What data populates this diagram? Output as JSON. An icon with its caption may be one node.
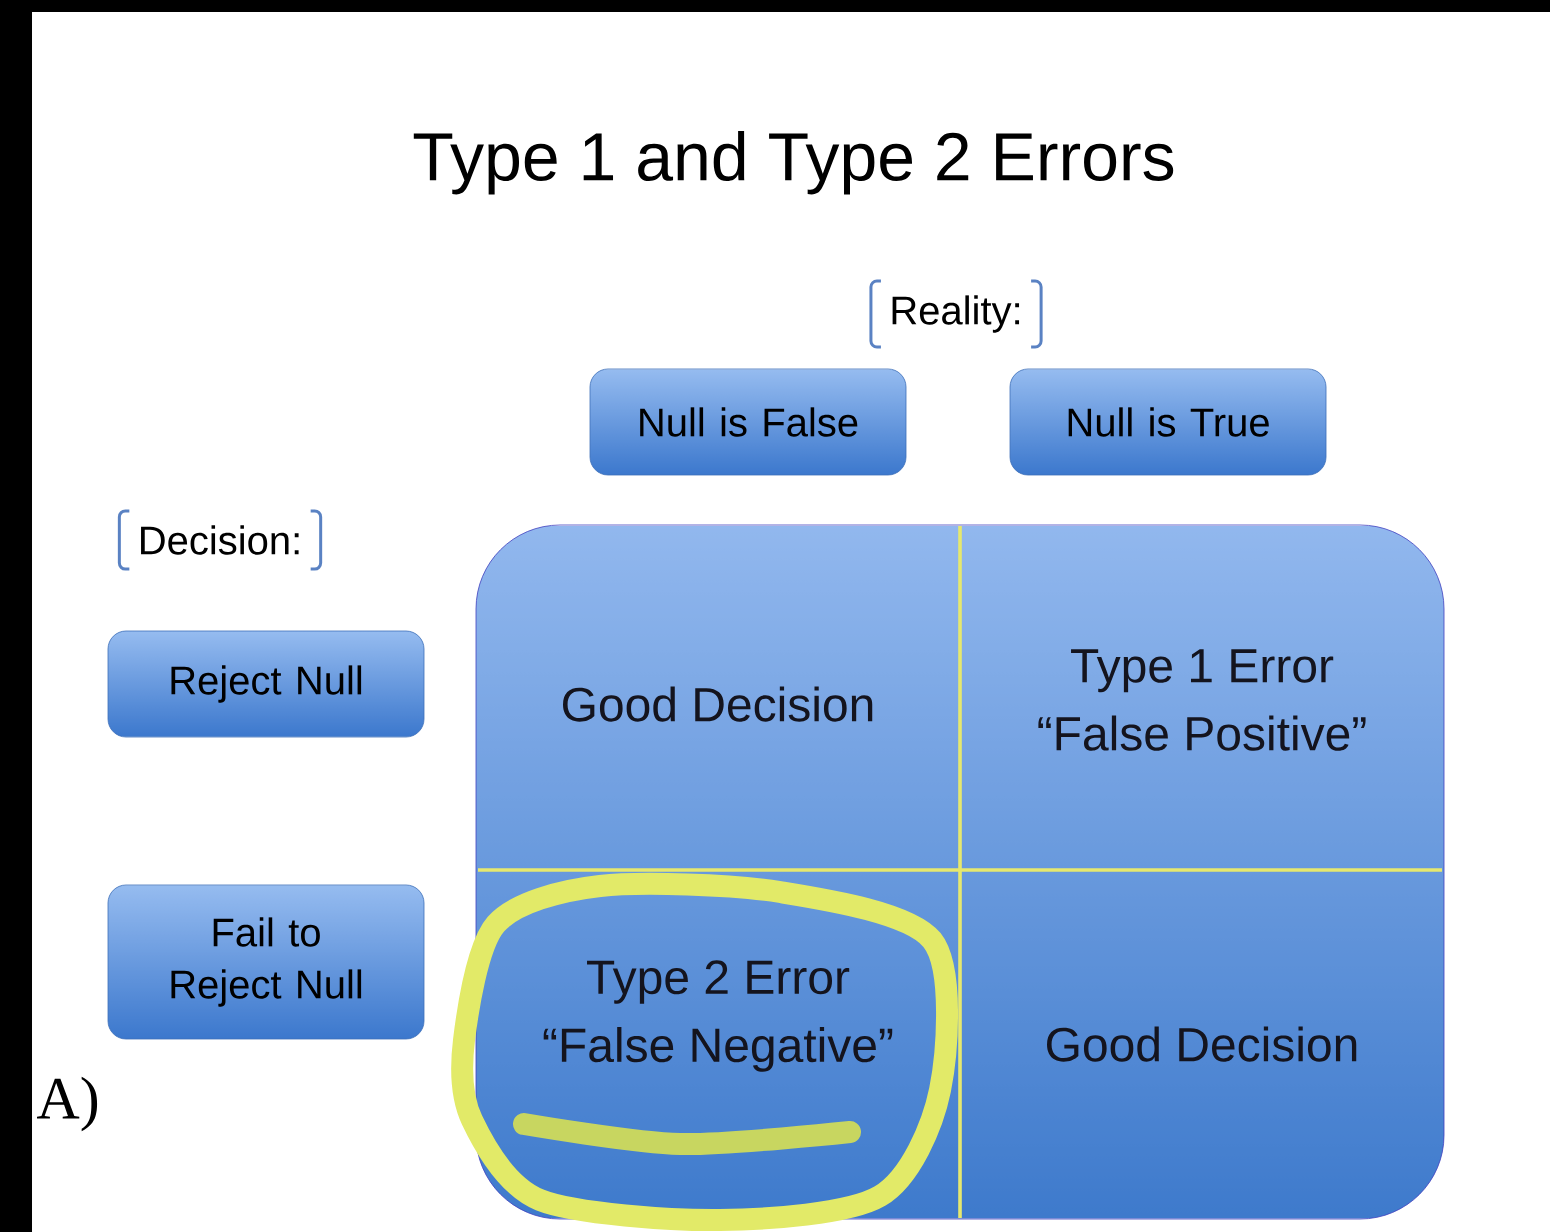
{
  "diagram": {
    "title": "Type 1 and Type 2 Errors",
    "nodes": [
      {
        "text": [
          "Reality:"
        ]
      },
      {
        "text": [
          "Null is False"
        ]
      },
      {
        "text": [
          "Null is True"
        ]
      },
      {
        "text": [
          "Decision:"
        ]
      },
      {
        "text": [
          "Reject Null"
        ]
      },
      {
        "text": [
          "Fail to Reject Null"
        ]
      },
      {
        "text": [],
        "shape": "box"
      },
      {
        "text": [
          "Good Decision"
        ],
        "in": 6
      },
      {
        "text": [
          "Type 1 Error",
          "“False Positive”"
        ],
        "in": 6
      },
      {
        "text": [
          "Type 2 Error",
          "“False Negative”"
        ],
        "in": 6
      },
      {
        "text": [
          "Good Decision"
        ],
        "in": 6
      }
    ],
    "labels": [
      "A)"
    ]
  }
}
